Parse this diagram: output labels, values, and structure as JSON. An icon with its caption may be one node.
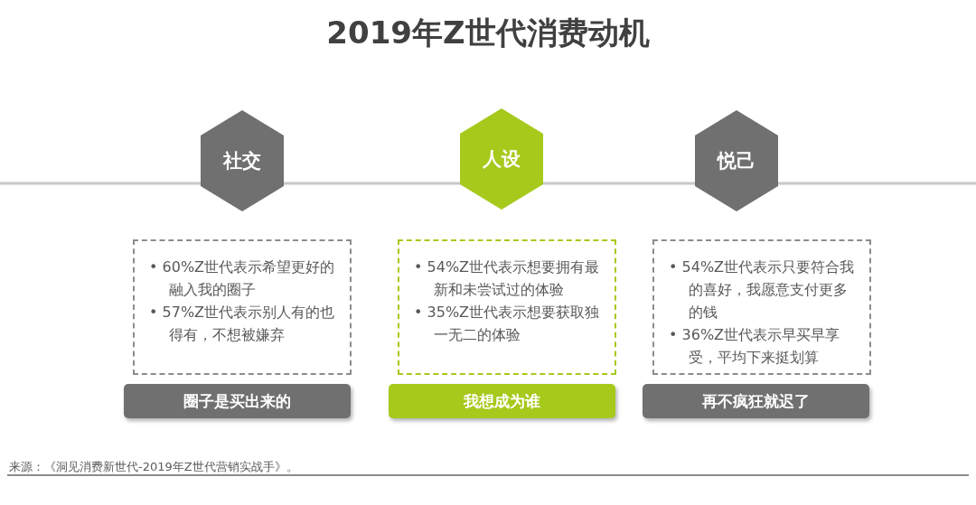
{
  "diagram": {
    "title": "2019年Z世代消费动机",
    "nodes": [
      {
        "text": [
          "社交"
        ]
      },
      {
        "text": [
          "人设"
        ]
      },
      {
        "text": [
          "悦己"
        ]
      },
      {
        "text": [
          "• 60%Z世代表示希望更好的融入我的圈子",
          "• 57%Z世代表示别人有的也得有，不想被嫌弃"
        ]
      },
      {
        "text": [
          "• 54%Z世代表示想要拥有最新和未尝试过的体验",
          "• 35%Z世代表示想要获取独一无二的体验"
        ]
      },
      {
        "text": [
          "• 54%Z世代表示只要符合我的喜好，我愿意支付更多的钱",
          "• 36%Z世代表示早买早享受，平均下来挺划算"
        ]
      },
      {
        "text": [
          "圈子是买出来的"
        ]
      },
      {
        "text": [
          "我想成为谁"
        ]
      },
      {
        "text": [
          "再不疯狂就迟了"
        ]
      }
    ],
    "labels": [
      "来源：《洞见消费新世代-2019年Z世代营销实战手》。"
    ]
  }
}
